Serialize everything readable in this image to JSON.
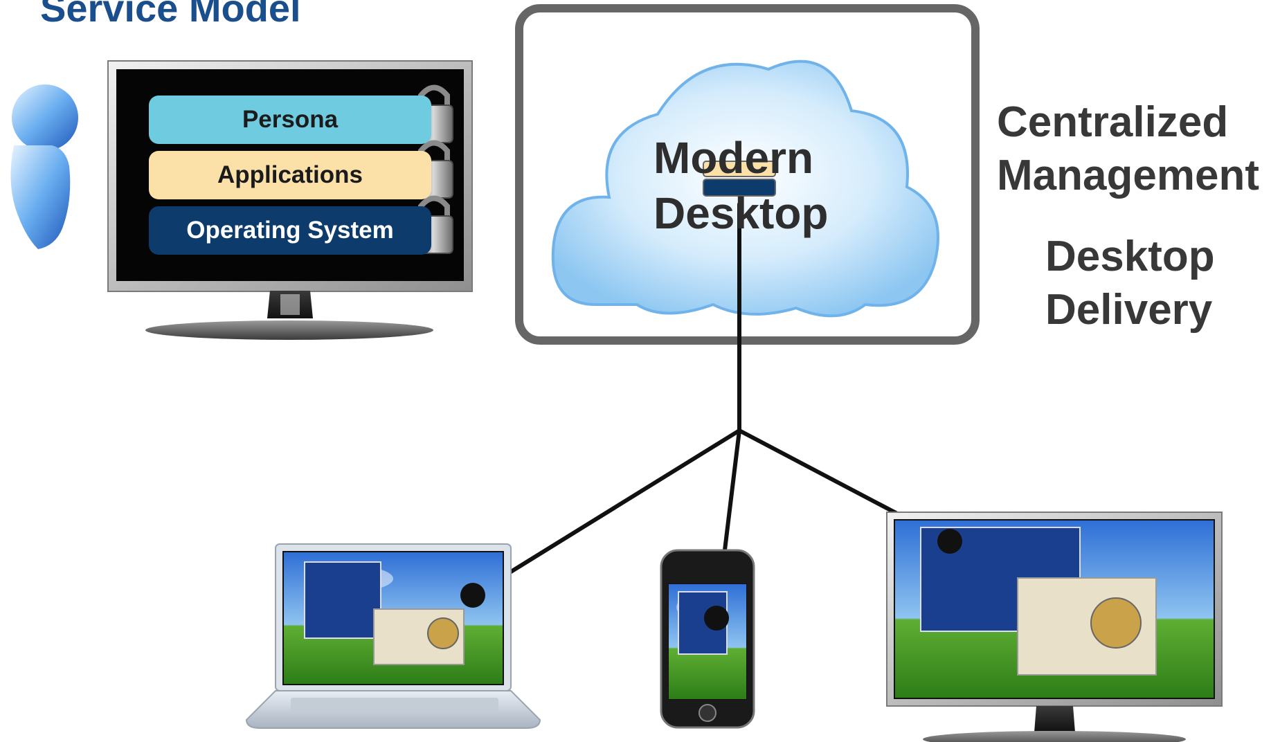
{
  "title": "Service Model",
  "service_layers": [
    {
      "label": "Persona",
      "color": "#6fcce0",
      "text_color": "#1b1b1b"
    },
    {
      "label": "Applications",
      "color": "#fbe0a8",
      "text_color": "#1b1b1b"
    },
    {
      "label": "Operating System",
      "color": "#0c3b6c",
      "text_color": "#ffffff"
    }
  ],
  "cloud": {
    "line1": "Modern",
    "line2": "Desktop"
  },
  "right_labels": {
    "centralized_line1": "Centralized",
    "centralized_line2": "Management",
    "delivery_line1": "Desktop",
    "delivery_line2": "Delivery"
  },
  "colors": {
    "title": "#1a4e8c",
    "frame": "#666666",
    "network_line": "#111111",
    "cloud_fill": "#bfe3fb",
    "cloud_edge": "#6fb3ea"
  },
  "devices": [
    "laptop",
    "smartphone",
    "desktop-monitor"
  ]
}
